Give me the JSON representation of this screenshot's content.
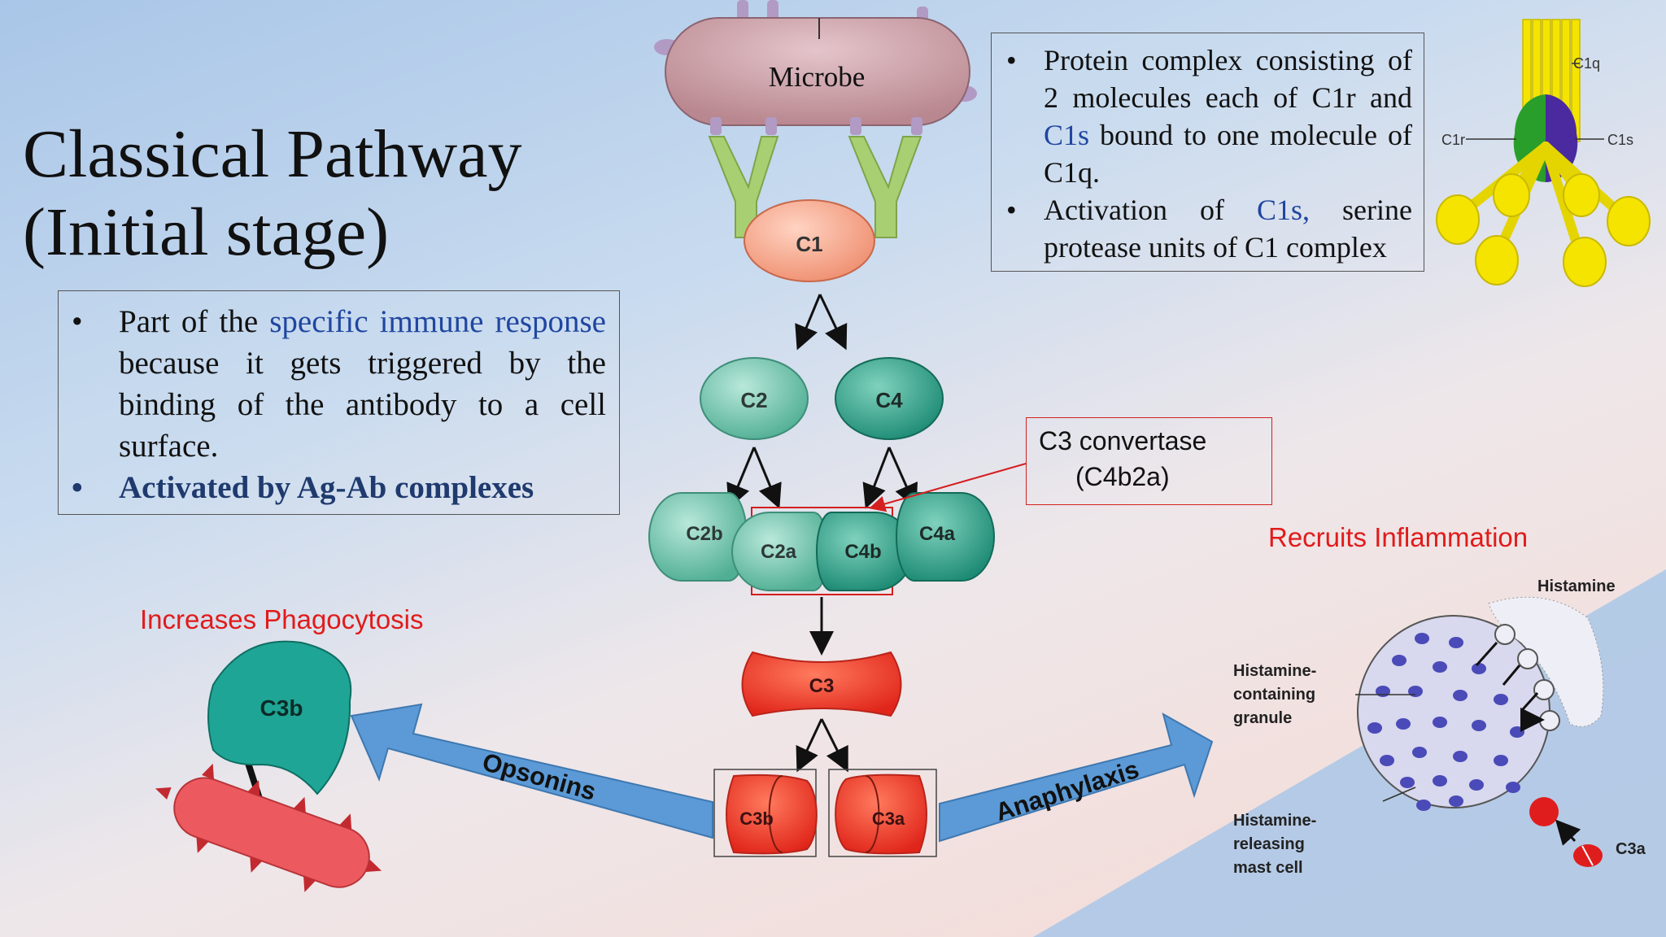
{
  "title": {
    "line1": "Classical Pathway",
    "line2": "(Initial stage)"
  },
  "left_box": {
    "b1_pre": "Part of the ",
    "b1_hl": "specific immune response",
    "b1_post": " because it gets triggered by the binding of the antibody to a cell surface.",
    "b2": "Activated by Ag-Ab complexes"
  },
  "top_box": {
    "b1_pre": "Protein complex consisting of 2 molecules each of C1r and ",
    "b1_hl": "C1s",
    "b1_post": " bound to one molecule of C1q.",
    "b2_pre": "Activation of ",
    "b2_hl": "C1s,",
    "b2_post": " serine protease units of C1 complex"
  },
  "convertase": {
    "line1": "C3 convertase",
    "line2": "(C4b2a)"
  },
  "labels": {
    "microbe": "Microbe",
    "c1": "C1",
    "c2": "C2",
    "c4": "C4",
    "c2b": "C2b",
    "c2a": "C2a",
    "c4b": "C4b",
    "c4a": "C4a",
    "c3": "C3",
    "c3b_bottom": "C3b",
    "c3a_bottom": "C3a",
    "c3b_phago": "C3b",
    "opsonins": "Opsonins",
    "anaphylaxis": "Anaphylaxis",
    "increases_phagocytosis": "Increases  Phagocytosis",
    "recruits_inflammation": "Recruits Inflammation",
    "histamine": "Histamine",
    "granule_l1": "Histamine-",
    "granule_l2": "containing",
    "granule_l3": "granule",
    "mast_l1": "Histamine-",
    "mast_l2": "releasing",
    "mast_l3": "mast cell",
    "c3a_mast": "C3a",
    "c1q": "C1q",
    "c1r": "C1r",
    "c1s": "C1s"
  },
  "colors": {
    "c1": "#f6a58a",
    "c2": "#79c7b0",
    "c4": "#3aa58f",
    "c3": "#f03a2a",
    "c3b_phago": "#1fa595",
    "microbe": "#c89ea6",
    "antibody": "#a8cf72",
    "arrow_blue": "#5b9ad6",
    "accent_red": "#e11b1b",
    "text_blue": "#2046a0"
  }
}
